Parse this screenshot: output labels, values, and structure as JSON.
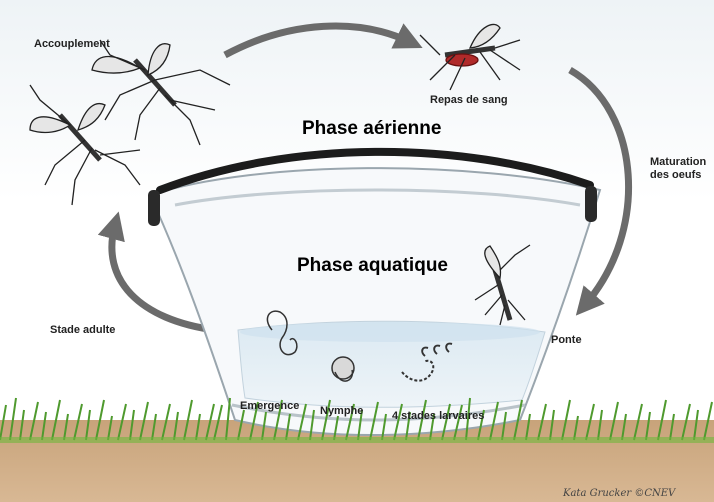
{
  "diagram": {
    "phases": {
      "aerial": "Phase aérienne",
      "aquatic": "Phase aquatique"
    },
    "cycle_labels": {
      "mating": "Accouplement",
      "blood_meal": "Repas de sang",
      "egg_maturation_line1": "Maturation",
      "egg_maturation_line2": "des oeufs",
      "laying": "Ponte",
      "adult_stage": "Stade adulte"
    },
    "water_labels": {
      "emergence": "Emergence",
      "pupa": "Nymphe",
      "larvae": "4 stades larvaires"
    },
    "credit": "Kata Grucker ©CNEV",
    "icons": [
      "mosquito-icon",
      "cycle-arrow-icon",
      "bucket-icon",
      "grass-icon",
      "larva-icon",
      "pupa-icon"
    ]
  }
}
